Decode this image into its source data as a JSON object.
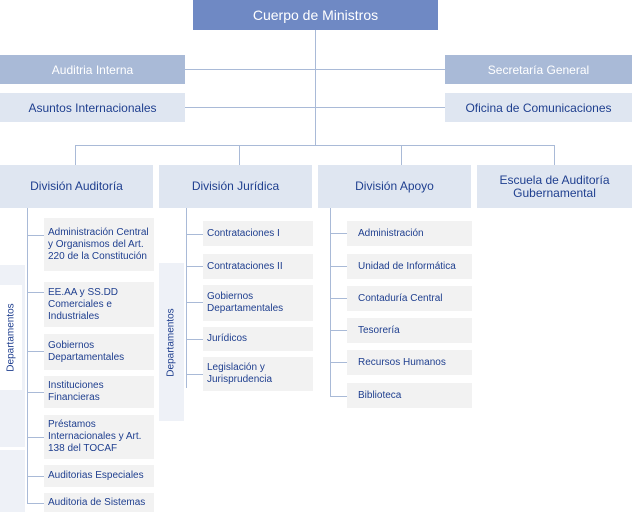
{
  "top": {
    "title": "Cuerpo de Ministros"
  },
  "staff": {
    "auditoria_interna": "Auditria Interna",
    "asuntos_internacionales": "Asuntos Internacionales",
    "secretaria_general": "Secretaría General",
    "oficina_comunicaciones": "Oficina de Comunicaciones"
  },
  "divisions": {
    "auditoria": {
      "title": "División Auditoría",
      "dept_label": "Departamentos",
      "units": [
        "Administración Central y Organismos del Art. 220 de la Constitución",
        "EE.AA y SS.DD Comerciales e Industriales",
        "Gobiernos Departamentales",
        "Instituciones Financieras",
        "Préstamos Internacionales y Art. 138 del TOCAF",
        "Auditorias Especiales",
        "Auditoria de Sistemas"
      ]
    },
    "juridica": {
      "title": "División Jurídica",
      "dept_label": "Departamentos",
      "units": [
        "Contrataciones I",
        "Contrataciones II",
        "Gobiernos Departamentales",
        "Jurídicos",
        "Legislación y Jurisprudencia"
      ]
    },
    "apoyo": {
      "title": "División Apoyo",
      "units": [
        "Administración",
        "Unidad de Informática",
        "Contaduría Central",
        "Tesorería",
        "Recursos Humanos",
        "Biblioteca"
      ]
    },
    "escuela": {
      "title": "Escuela de Auditoría Gubernamental"
    }
  }
}
